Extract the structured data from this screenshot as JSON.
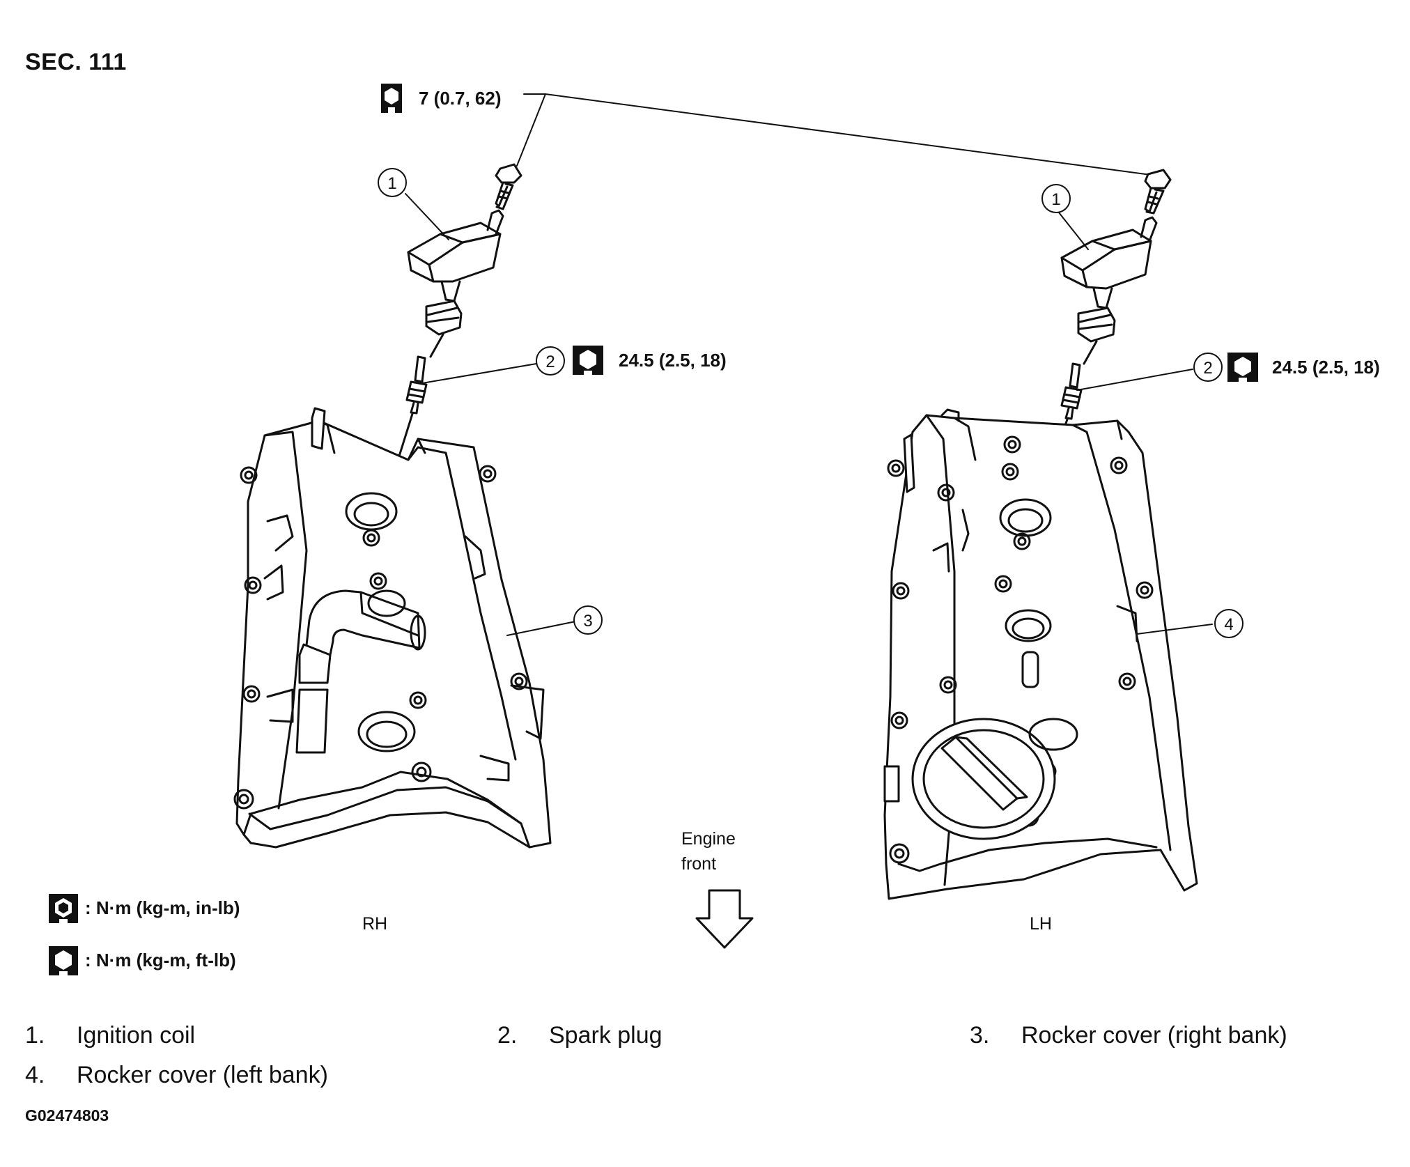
{
  "section_label": "SEC. 111",
  "torque_bolt": "7 (0.7, 62)",
  "torque_plug_rh": "24.5 (2.5, 18)",
  "torque_plug_lh": "24.5 (2.5, 18)",
  "callouts": {
    "c1": "1",
    "c2": "2",
    "c3": "3",
    "c4": "4"
  },
  "side_labels": {
    "rh": "RH",
    "lh": "LH"
  },
  "engine_front": {
    "line1": "Engine",
    "line2": "front"
  },
  "legend": {
    "in_lb": ": N·m (kg-m, in-lb)",
    "ft_lb": ": N·m (kg-m, ft-lb)"
  },
  "parts": [
    {
      "num": "1.",
      "name": "Ignition coil"
    },
    {
      "num": "2.",
      "name": "Spark plug"
    },
    {
      "num": "3.",
      "name": "Rocker cover (right bank)"
    },
    {
      "num": "4.",
      "name": "Rocker cover (left bank)"
    }
  ],
  "figure_id": "G02474803"
}
